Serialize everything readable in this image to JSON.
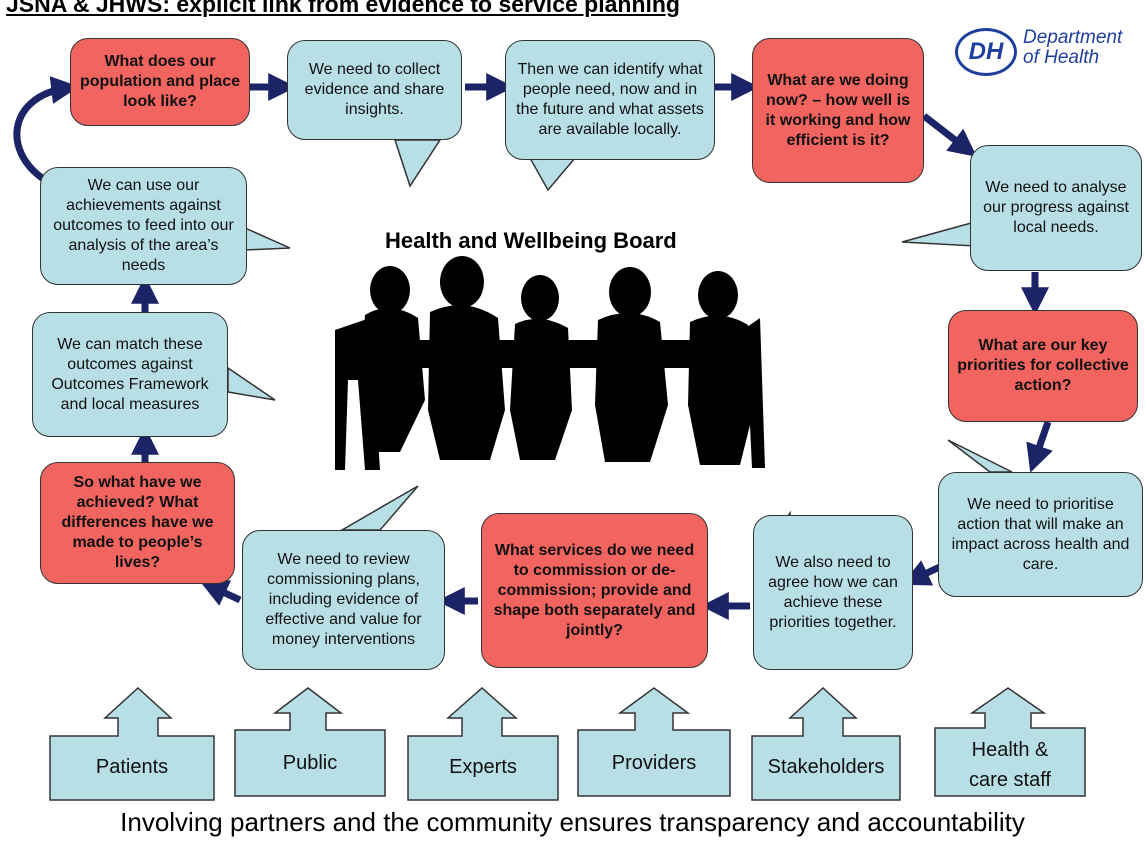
{
  "title": "JSNA & JHWS: explicit link from evidence to service planning",
  "logo": {
    "mark": "DH",
    "line1": "Department",
    "line2": "of Health"
  },
  "board_title": "Health and Wellbeing Board",
  "steps": {
    "population": "What does our population and place look like?",
    "collect": "We need to collect evidence and share insights.",
    "identify": "Then we can identify what people need, now and in the future and what assets are available locally.",
    "doing_now": "What are we doing now? – how well is it working and how efficient is it?",
    "analyse": "We need to analyse our progress against local needs.",
    "priorities": "What are our key priorities for collective action?",
    "prioritise": "We need to prioritise action that will make an impact across health and care.",
    "agree": "We also need to agree how we can achieve these priorities together.",
    "commission": "What services do we need to commission or de-commission; provide and shape both separately and jointly?",
    "review": "We need to review commissioning plans, including evidence of effective and value for money interventions",
    "achieved": "So what have we achieved? What differences have we made to people’s lives?",
    "match": "We can match these outcomes against Outcomes Framework and local measures",
    "use": "We can use our achievements against outcomes to feed into our analysis of the area’s needs"
  },
  "partners": [
    "Patients",
    "Public",
    "Experts",
    "Providers",
    "Stakeholders",
    "Health & care staff"
  ],
  "footer": "Involving partners and the community ensures transparency and accountability",
  "colors": {
    "priority_box": "#f2645f",
    "evidence_bubble": "#b8dfe6",
    "arrow": "#1c2468",
    "partner_box": "#b8dfe6"
  }
}
